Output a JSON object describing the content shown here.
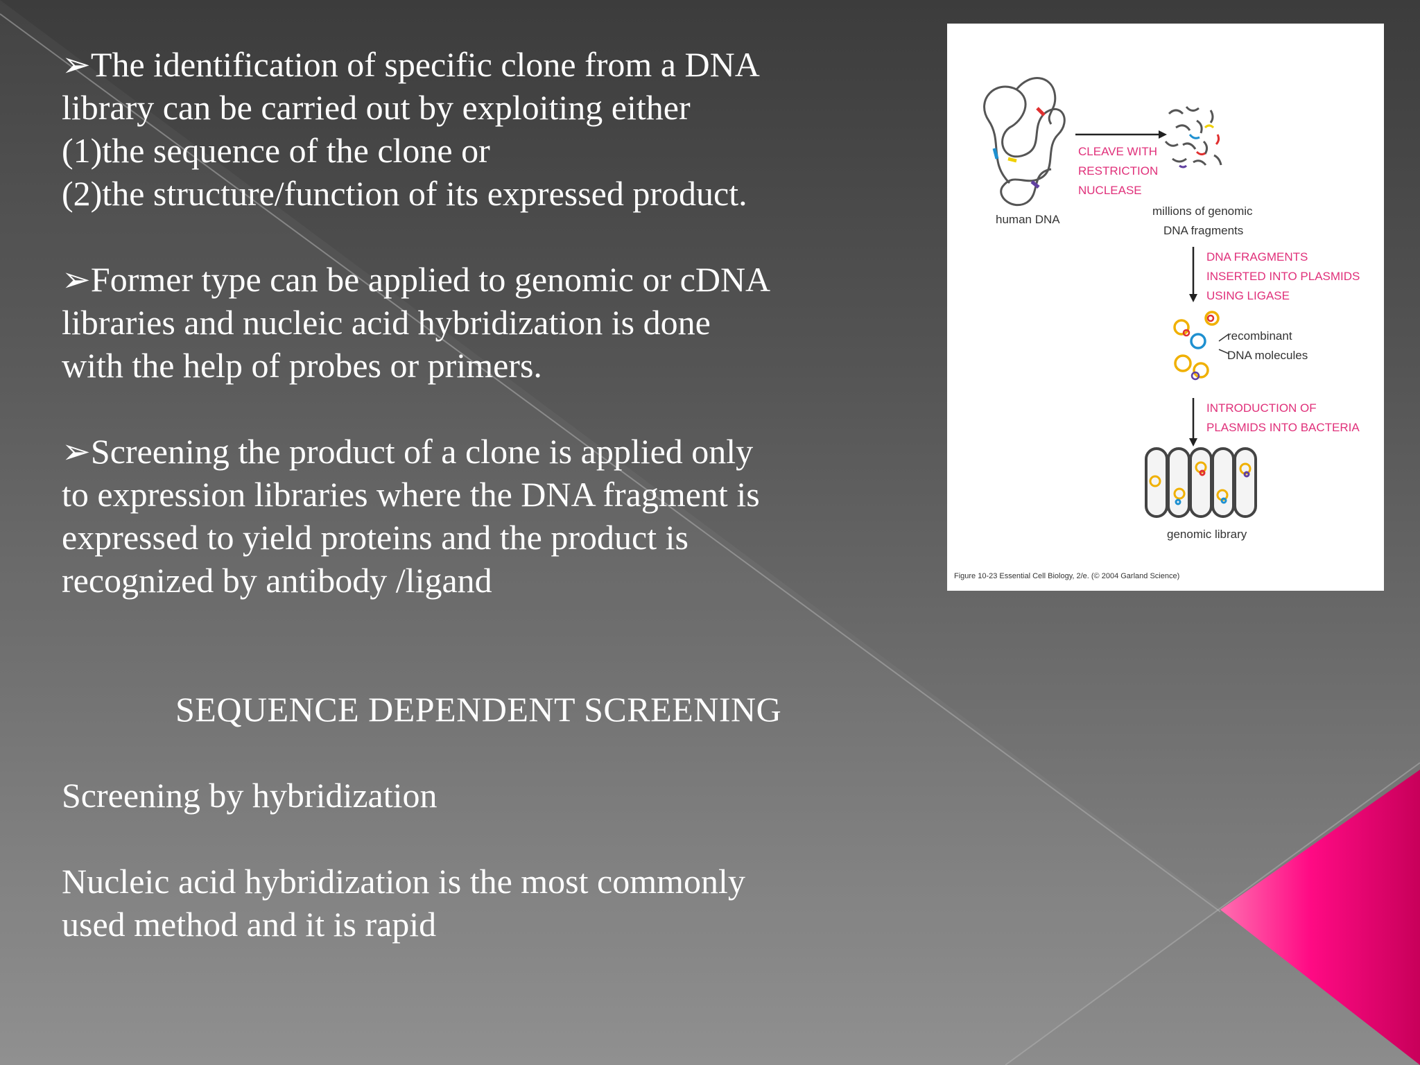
{
  "slide": {
    "paragraphs": [
      {
        "bullet": "➢",
        "lines": [
          "The identification  of specific clone from a DNA",
          "library can be carried out   by exploiting either",
          "(1)the sequence of the clone or",
          "(2)the structure/function of its expressed product."
        ]
      },
      {
        "bullet": "➢",
        "lines": [
          "Former type can be applied to genomic or cDNA",
          "libraries and nucleic acid hybridization is done",
          "with the help of probes or primers."
        ]
      },
      {
        "bullet": "➢",
        "lines": [
          "Screening the product of  a clone is applied only",
          "to expression libraries where the DNA fragment is",
          "expressed to yield proteins and the product is",
          "recognized by antibody /ligand"
        ]
      }
    ],
    "heading": "SEQUENCE DEPENDENT SCREENING",
    "subheading": "Screening  by hybridization",
    "closing_lines": [
      "Nucleic acid hybridization is the most commonly",
      "used method and it is rapid"
    ]
  },
  "figure": {
    "human_dna": "human DNA",
    "cleave": [
      "CLEAVE WITH",
      "RESTRICTION",
      "NUCLEASE"
    ],
    "fragments": [
      "millions of genomic",
      "DNA fragments"
    ],
    "inserted": [
      "DNA FRAGMENTS",
      "INSERTED INTO PLASMIDS",
      "USING LIGASE"
    ],
    "recombinant": [
      "recombinant",
      "DNA molecules"
    ],
    "introduction": [
      "INTRODUCTION OF",
      "PLASMIDS INTO BACTERIA"
    ],
    "library": "genomic library",
    "caption": "Figure 10-23  Essential Cell Biology, 2/e. (© 2004 Garland Science)"
  },
  "colors": {
    "text": "#ffffff",
    "accent_pink": "#ff0a84",
    "figure_magenta": "#e0307a"
  }
}
